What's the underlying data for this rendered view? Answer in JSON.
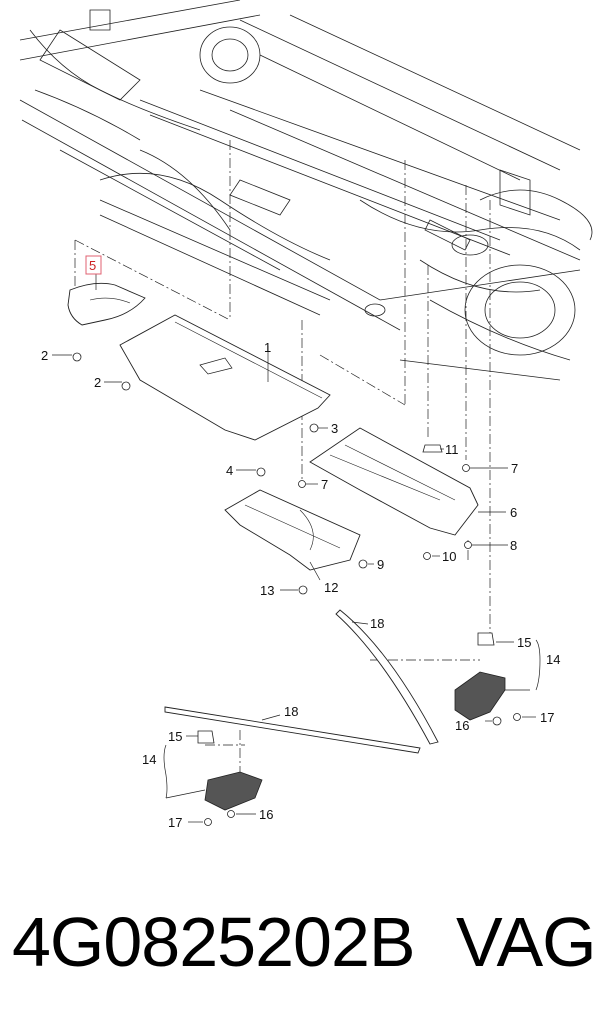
{
  "diagram": {
    "callouts": [
      {
        "id": "c5",
        "label": "5",
        "highlight": true
      },
      {
        "id": "c1",
        "label": "1"
      },
      {
        "id": "c2a",
        "label": "2"
      },
      {
        "id": "c2b",
        "label": "2"
      },
      {
        "id": "c3",
        "label": "3"
      },
      {
        "id": "c4",
        "label": "4"
      },
      {
        "id": "c7a",
        "label": "7"
      },
      {
        "id": "c7b",
        "label": "7"
      },
      {
        "id": "c11",
        "label": "11"
      },
      {
        "id": "c6",
        "label": "6"
      },
      {
        "id": "c8",
        "label": "8"
      },
      {
        "id": "c10",
        "label": "10"
      },
      {
        "id": "c9",
        "label": "9"
      },
      {
        "id": "c12",
        "label": "12"
      },
      {
        "id": "c13",
        "label": "13"
      },
      {
        "id": "c18a",
        "label": "18"
      },
      {
        "id": "c15a",
        "label": "15"
      },
      {
        "id": "c14a",
        "label": "14"
      },
      {
        "id": "c16a",
        "label": "16"
      },
      {
        "id": "c17a",
        "label": "17"
      },
      {
        "id": "c18b",
        "label": "18"
      },
      {
        "id": "c15b",
        "label": "15"
      },
      {
        "id": "c14b",
        "label": "14"
      },
      {
        "id": "c17b",
        "label": "17"
      },
      {
        "id": "c16b",
        "label": "16"
      }
    ],
    "highlight_color": "#e06070"
  },
  "footer": {
    "part_number": "4G0825202B",
    "brand": "VAG"
  }
}
